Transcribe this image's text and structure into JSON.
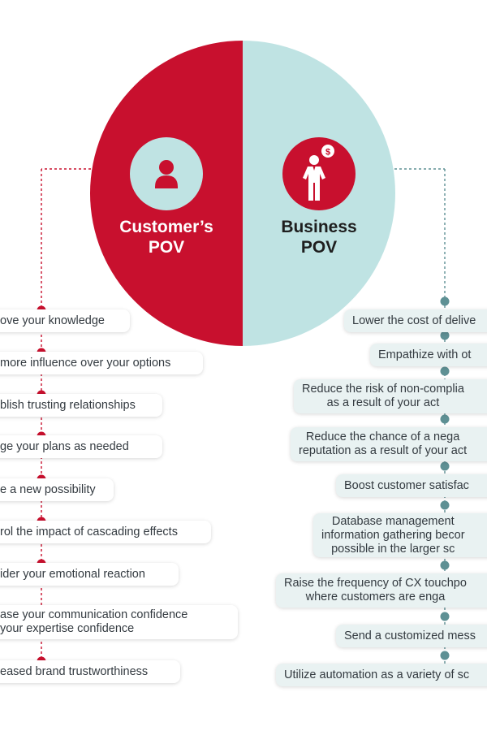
{
  "colors": {
    "customer": "#c8102e",
    "business": "#bfe3e3",
    "connector_left": "#c8102e",
    "connector_right": "#5e9094"
  },
  "icons": {
    "customer": "person-icon",
    "business": "businessman-dollar-icon"
  },
  "customer": {
    "title": "Customer’s\nPOV",
    "items": [
      "ove your knowledge",
      "more influence over your options",
      "blish trusting relationships",
      "ge your plans as needed",
      "e a new possibility",
      "rol the impact of cascading effects",
      "ider your emotional reaction",
      "ase your communication confidence\nyour expertise confidence",
      "eased brand trustworthiness"
    ]
  },
  "business": {
    "title": "Business\nPOV",
    "items": [
      "Lower the cost of delive",
      "Empathize with ot",
      "Reduce the risk of non-complia\nas a result of your act",
      "Reduce the chance of a nega\nreputation as a result of your act",
      "Boost customer satisfac",
      "Database management\ninformation gathering becor\npossible in the larger sc",
      "Raise the frequency of CX touchpo\nwhere customers are enga",
      "Send a customized mess",
      "Utilize automation as a variety of sc"
    ]
  }
}
